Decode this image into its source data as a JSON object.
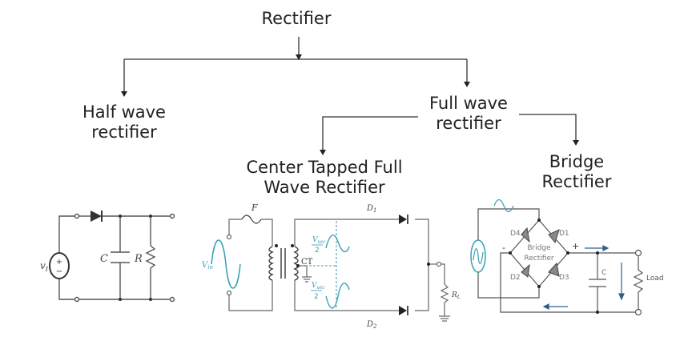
{
  "tree": {
    "root": "Rectifier",
    "half_wave": [
      "Half wave",
      "rectifier"
    ],
    "full_wave": [
      "Full wave",
      "rectifier"
    ],
    "center_tapped": [
      "Center Tapped Full",
      "Wave Rectifier"
    ],
    "bridge": [
      "Bridge",
      "Rectifier"
    ]
  },
  "half_wave_circuit": {
    "source_label": "v",
    "source_sub": "I",
    "capacitor_label": "C",
    "resistor_label": "R"
  },
  "center_tapped_circuit": {
    "fuse_label": "F",
    "input_label": "V",
    "input_sub": "in",
    "ct_label": "CT",
    "half_voltage_top": "V",
    "half_voltage_top_sub": "sec",
    "half_voltage_bottom": "V",
    "half_voltage_bottom_sub": "sec",
    "divisor": "2",
    "diode_top": "D",
    "diode_top_sub": "1",
    "diode_bottom": "D",
    "diode_bottom_sub": "2",
    "load_label": "R",
    "load_sub": "L"
  },
  "bridge_circuit": {
    "center_text": [
      "Bridge",
      "Rectifier"
    ],
    "diodes": [
      "D4",
      "D1",
      "D2",
      "D3"
    ],
    "minus": "-",
    "plus": "+",
    "capacitor_label": "C",
    "load_label": "Load"
  },
  "colors": {
    "line": "#222222",
    "circuit": "#555555",
    "accent": "#3a9fb5",
    "arrow_blue": "#2f5f8a"
  }
}
